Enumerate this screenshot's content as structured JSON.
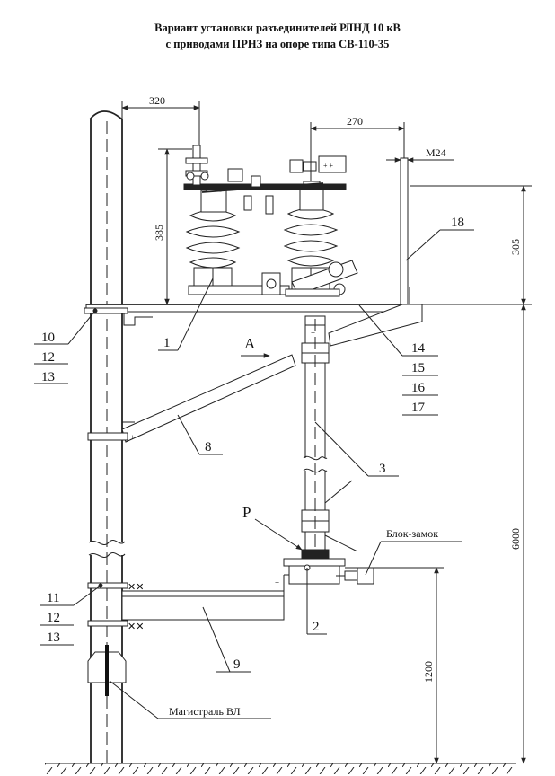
{
  "title": {
    "line1": "Вариант установки разъединителей РЛНД 10 кВ",
    "line2": "с приводами ПРНЗ на опоре типа СВ-110-35"
  },
  "dimensions": {
    "d320": "320",
    "d270": "270",
    "m24": "М24",
    "d385": "385",
    "d305": "305",
    "d6000": "6000",
    "d1200": "1200"
  },
  "callouts": {
    "c1": "1",
    "c2": "2",
    "c3": "3",
    "c8": "8",
    "c9": "9",
    "c10": "10",
    "c11": "11",
    "c12a": "12",
    "c13a": "13",
    "c12b": "12",
    "c13b": "13",
    "c14": "14",
    "c15": "15",
    "c16": "16",
    "c17": "17",
    "c18": "18"
  },
  "view_labels": {
    "a": "А",
    "p": "Р"
  },
  "notes": {
    "lock": "Блок-замок",
    "line": "Магистраль ВЛ"
  }
}
